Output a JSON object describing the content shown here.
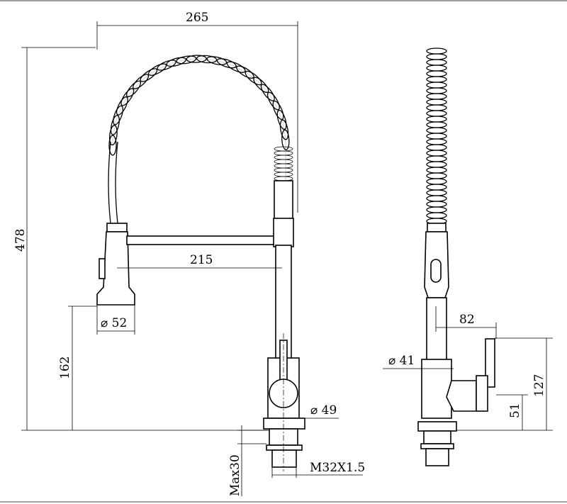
{
  "drawing": {
    "front_view": {
      "overall_width": "265",
      "overall_height": "478",
      "spout_reach": "215",
      "spray_head_diameter": "⌀ 52",
      "spray_head_height": "162",
      "body_diameter": "⌀ 49",
      "max_deck_thickness": "Max30",
      "thread": "M32X1.5"
    },
    "side_view": {
      "handle_reach": "82",
      "body_diameter": "⌀ 41",
      "handle_top_height": "127",
      "handle_pivot_height": "51"
    }
  }
}
